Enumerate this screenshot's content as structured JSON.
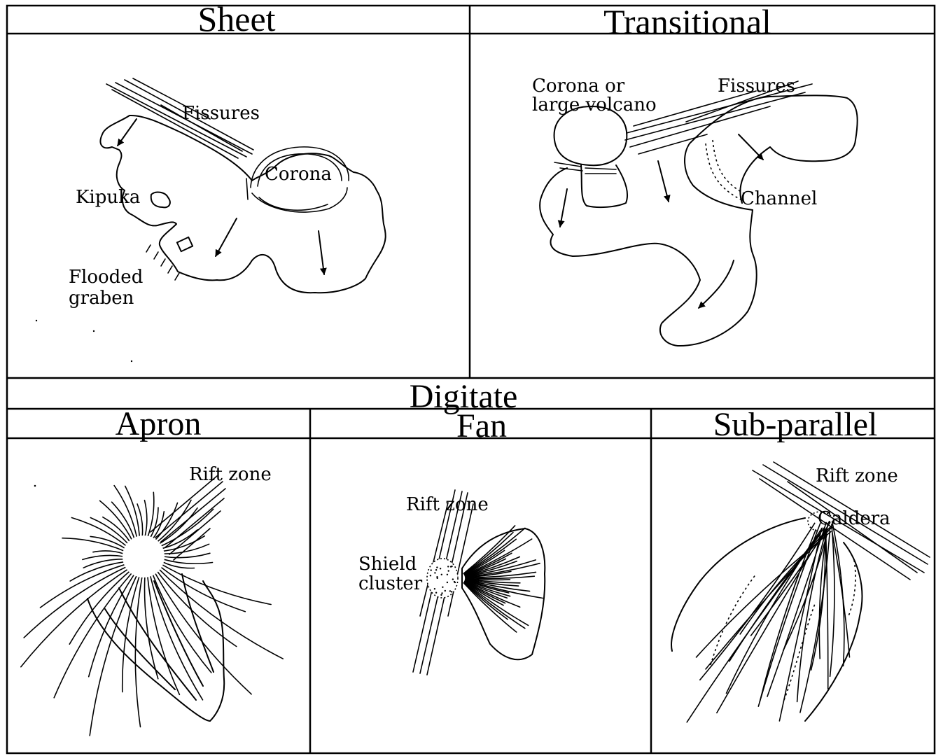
{
  "headers": {
    "sheet": "Sheet",
    "transitional": "Transitional",
    "digitate": "Digitate",
    "apron": "Apron",
    "fan": "Fan",
    "sub_parallel": "Sub-parallel"
  },
  "sheet_panel": {
    "fissures": "Fissures",
    "corona": "Corona",
    "kipuka": "Kipuka",
    "flooded_line1": "Flooded",
    "flooded_line2": "graben"
  },
  "transitional_panel": {
    "corona_line1": "Corona or",
    "corona_line2": "large volcano",
    "fissures": "Fissures",
    "channel": "Channel"
  },
  "apron_panel": {
    "rift_zone": "Rift zone"
  },
  "fan_panel": {
    "rift_zone": "Rift zone",
    "shield_line1": "Shield",
    "shield_line2": "cluster"
  },
  "subparallel_panel": {
    "rift_zone": "Rift zone",
    "caldera": "Caldera"
  }
}
